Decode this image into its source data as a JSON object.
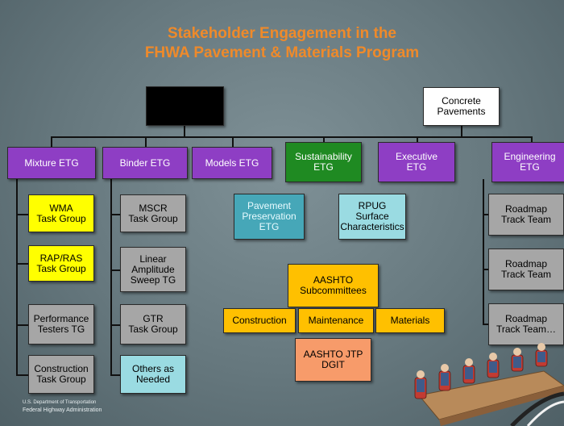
{
  "title": {
    "line1": "Stakeholder Engagement in the",
    "line2": "FHWA Pavement & Materials Program"
  },
  "top_boxes": {
    "concrete": "Concrete\nPavements"
  },
  "etg_row": [
    {
      "id": "mixture",
      "label": "Mixture ETG"
    },
    {
      "id": "binder",
      "label": "Binder ETG"
    },
    {
      "id": "models",
      "label": "Models ETG"
    },
    {
      "id": "sustainability",
      "label": "Sustainability\nETG"
    },
    {
      "id": "executive",
      "label": "Executive\nETG"
    },
    {
      "id": "engineering",
      "label": "Engineering\nETG"
    }
  ],
  "mixture_groups": [
    "WMA\nTask Group",
    "RAP/RAS\nTask Group",
    "Performance\nTesters TG",
    "Construction\nTask Group"
  ],
  "binder_groups": [
    "MSCR\nTask Group",
    "Linear\nAmplitude\nSweep TG",
    "GTR\nTask Group",
    "Others as\nNeeded"
  ],
  "middle": {
    "pavement_preservation": "Pavement\nPreservation\nETG",
    "rpug": "RPUG\nSurface\nCharacteristics"
  },
  "aashto": {
    "subcommittees": "AASHTO\nSubcommittees",
    "construction": "Construction",
    "maintenance": "Maintenance",
    "materials": "Materials",
    "jtp": "AASHTO JTP\nDGIT"
  },
  "roadmap": [
    "Roadmap\nTrack Team",
    "Roadmap\nTrack Team",
    "Roadmap\nTrack Team…"
  ],
  "footer": {
    "line1": "U.S. Department of Transportation",
    "line2": "Federal Highway Administration"
  },
  "colors": {
    "title": "#ef8a2a",
    "purple": "#8e3ec4",
    "green": "#1f8a22",
    "yellow": "#ffff00",
    "gray": "#a6a6a6",
    "teal": "#9adbe2",
    "orange": "#ffc000",
    "salmon": "#f79b6a"
  },
  "icons": [
    "conference-meeting-clipart-icon"
  ]
}
